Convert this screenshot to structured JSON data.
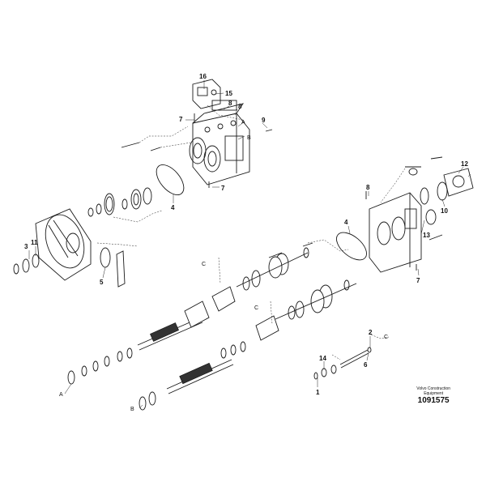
{
  "drawing": {
    "brand_line_1": "Volvo Construction",
    "brand_line_2": "Equipment",
    "number": "1091575"
  },
  "callouts": {
    "c1": "1",
    "c2": "2",
    "c3": "3",
    "c4a": "4",
    "c4b": "4",
    "c5": "5",
    "c6": "6",
    "c7a": "7",
    "c7b": "7",
    "c7c": "7",
    "c8a": "8",
    "c8b": "8",
    "c8c": "8",
    "c9": "9",
    "c10": "10",
    "c11": "11",
    "c12": "12",
    "c13": "13",
    "c14": "14",
    "c15": "15",
    "c16": "16"
  },
  "letters": {
    "a1": "A",
    "a2": "A",
    "b1": "B",
    "b2": "B",
    "cc1": "C",
    "cc2": "C",
    "cc3": "C"
  }
}
